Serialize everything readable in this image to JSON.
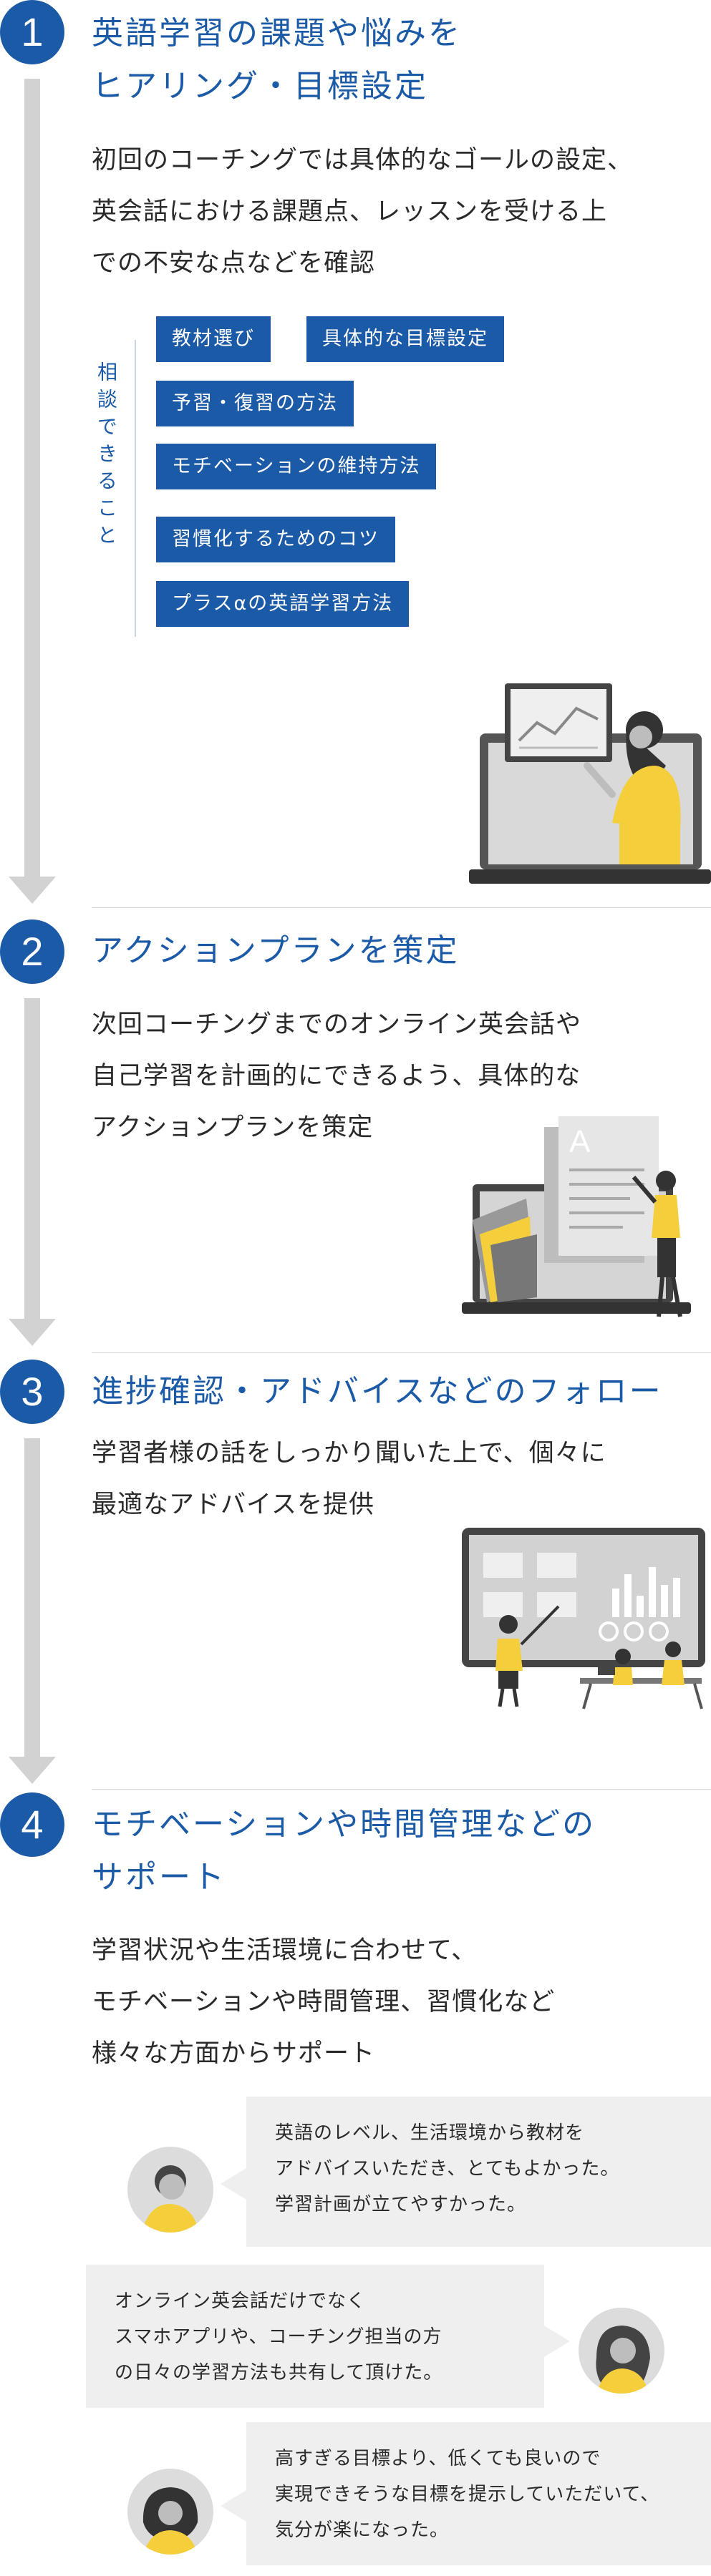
{
  "steps": [
    {
      "number": "1",
      "title_lines": [
        "英語学習の課題や悩みを",
        "ヒアリング・目標設定"
      ],
      "desc_lines": [
        "初回のコーチングでは具体的なゴールの設定、",
        "英会話における課題点、レッスンを受ける上",
        "での不安な点などを確認"
      ]
    },
    {
      "number": "2",
      "title_lines": [
        "アクションプランを策定"
      ],
      "desc_lines": [
        "次回コーチングまでのオンライン英会話や",
        "自己学習を計画的にできるよう、具体的な",
        "アクションプランを策定"
      ]
    },
    {
      "number": "3",
      "title_lines": [
        "進捗確認・アドバイスなどのフォロー"
      ],
      "desc_lines": [
        "学習者様の話をしっかり聞いた上で、個々に",
        "最適なアドバイスを提供"
      ]
    },
    {
      "number": "4",
      "title_lines": [
        "モチベーションや時間管理などの",
        "サポート"
      ],
      "desc_lines": [
        "学習状況や生活環境に合わせて、",
        "モチベーションや時間管理、習慣化など",
        "様々な方面からサポート"
      ]
    }
  ],
  "consult": {
    "label": "相談できること",
    "tags": [
      "教材選び",
      "具体的な目標設定",
      "予習・復習の方法",
      "モチベーションの維持方法",
      "習慣化するためのコツ",
      "プラスαの英語学習方法"
    ]
  },
  "testimonials": [
    {
      "lines": [
        "英語のレベル、生活環境から教材を",
        "アドバイスいただき、とてもよかった。",
        "学習計画が立てやすかった。"
      ]
    },
    {
      "lines": [
        "オンライン英会話だけでなく",
        "スマホアプリや、コーチング担当の方",
        "の日々の学習方法も共有して頂けた。"
      ]
    },
    {
      "lines": [
        "高すぎる目標より、低くても良いので",
        "実現できそうな目標を提示していただいて、",
        "気分が楽になった。"
      ]
    }
  ],
  "colors": {
    "accent": "#1b5aa6",
    "highlight": "#f5cf3b",
    "bubble": "#efefef",
    "connector": "#d2d2d2"
  }
}
